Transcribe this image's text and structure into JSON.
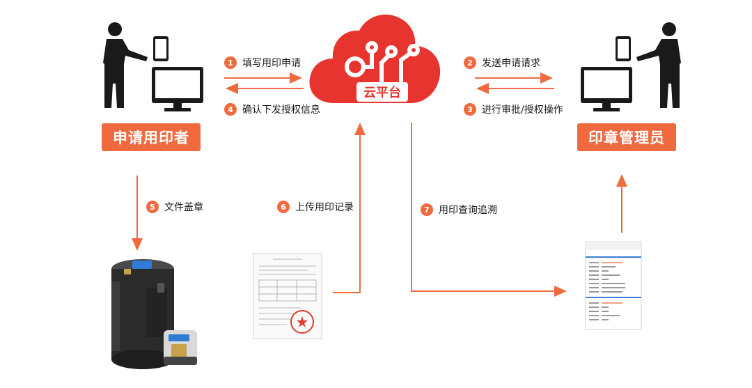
{
  "cloud": {
    "label": "云平台"
  },
  "left_role": {
    "label": "申请用印者"
  },
  "right_role": {
    "label": "印章管理员"
  },
  "steps": [
    {
      "num": "1",
      "label": "填写用印申请"
    },
    {
      "num": "2",
      "label": "发送申请请求"
    },
    {
      "num": "3",
      "label": "进行审批/授权操作"
    },
    {
      "num": "4",
      "label": "确认下发授权信息"
    },
    {
      "num": "5",
      "label": "文件盖章"
    },
    {
      "num": "6",
      "label": "上传用印记录"
    },
    {
      "num": "7",
      "label": "用印查询追溯"
    }
  ],
  "colors": {
    "accent": "#ef6a3f",
    "cloud": "#e8342e",
    "figure": "#1a1a1a"
  },
  "icons": [
    "person-icon",
    "tablet-icon",
    "monitor-icon",
    "cloud-icon",
    "seal-device-icon",
    "document-icon",
    "phone-record-icon"
  ]
}
